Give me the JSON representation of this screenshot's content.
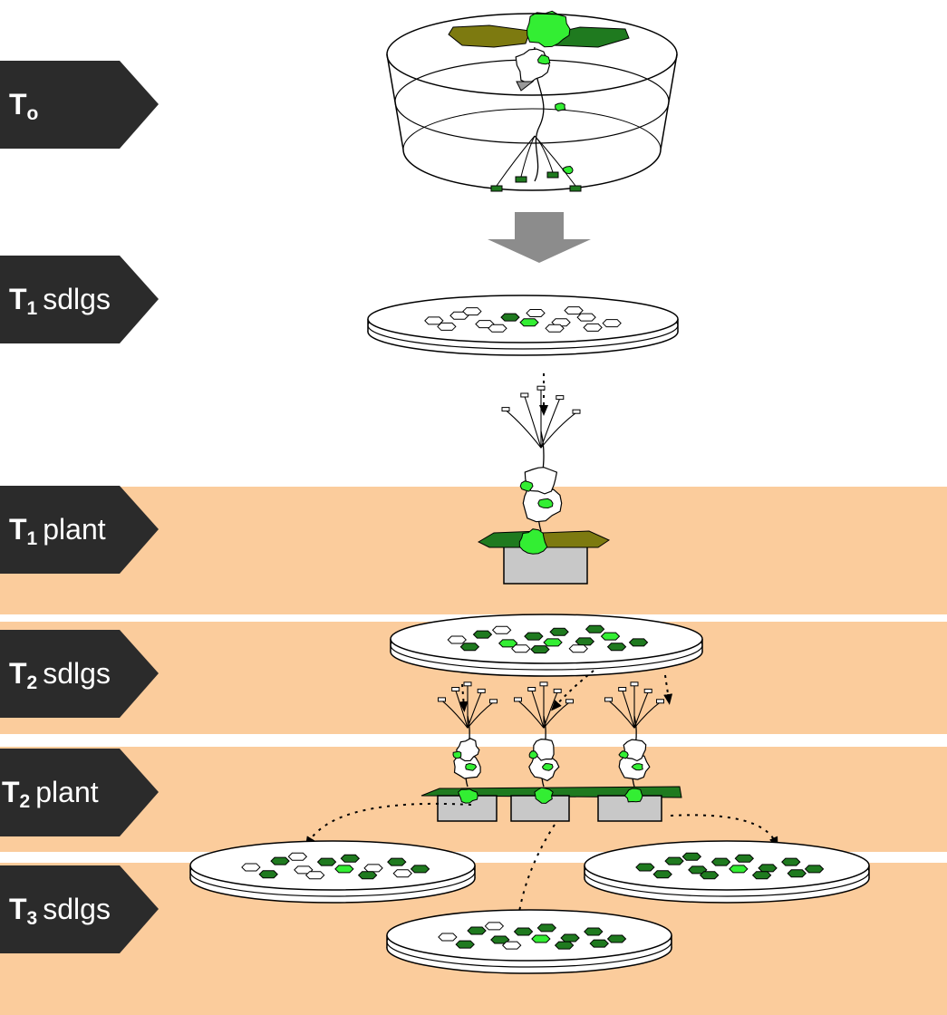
{
  "generations": [
    {
      "id": "t0",
      "letter": "T",
      "sub": "o",
      "rest": ""
    },
    {
      "id": "t1-sdlgs",
      "letter": "T",
      "sub": "1",
      "rest": "sdlgs"
    },
    {
      "id": "t1-plant",
      "letter": "T",
      "sub": "1",
      "rest": "plant"
    },
    {
      "id": "t2-sdlgs",
      "letter": "T",
      "sub": "2",
      "rest": "sdlgs"
    },
    {
      "id": "t2-plant",
      "letter": "T",
      "sub": "2",
      "rest": "plant"
    },
    {
      "id": "t3-sdlgs",
      "letter": "T",
      "sub": "3",
      "rest": "sdlgs"
    }
  ],
  "colors": {
    "band": "#fbcc9c",
    "label_arrow": "#2b2b2b",
    "label_text": "#ffffff",
    "leaf_bright": "#33ee33",
    "leaf_dark": "#1f7a1f",
    "leaf_olive": "#7d7a10",
    "pot": "#c8c8c8",
    "flow_arrow": "#8c8c8c",
    "outline": "#000000"
  },
  "icons": {
    "plate": "petri-dish-icon",
    "jar": "growth-jar-icon",
    "plant": "arabidopsis-plant-icon",
    "pot": "plant-pot-icon"
  }
}
